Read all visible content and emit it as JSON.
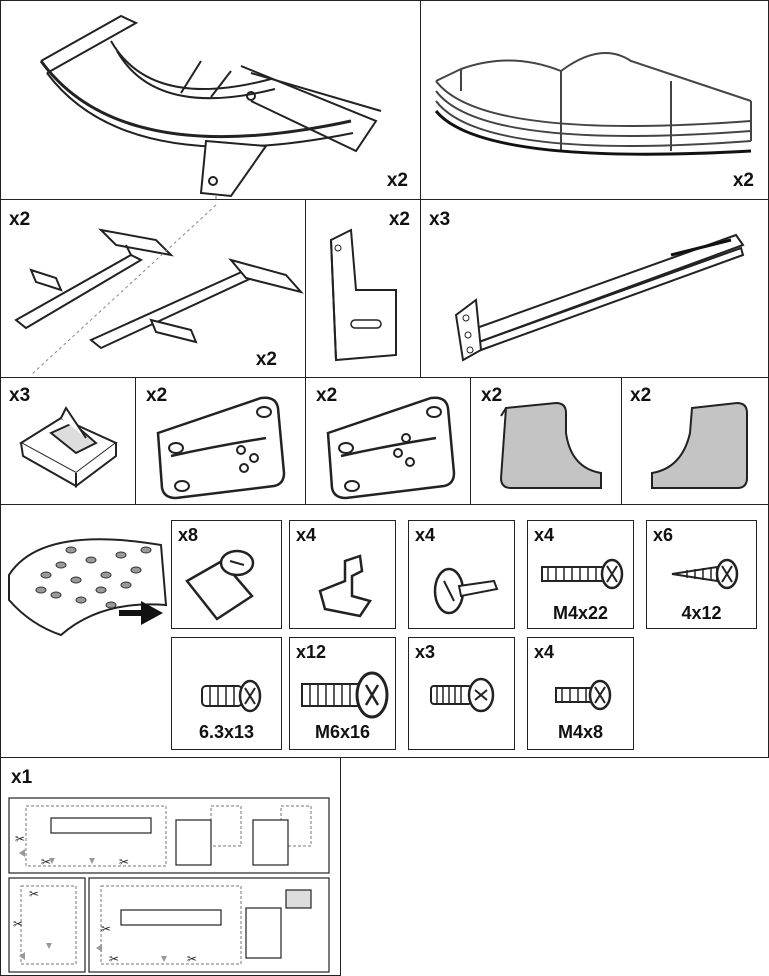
{
  "panels": [
    {
      "id": "curved-rail-frame",
      "qty": "x2"
    },
    {
      "id": "wire-basket",
      "qty": "x2"
    },
    {
      "id": "long-bracket-a",
      "qty": "x2"
    },
    {
      "id": "long-bracket-b",
      "qty": "x2"
    },
    {
      "id": "l-bracket",
      "qty": "x2"
    },
    {
      "id": "long-rail",
      "qty": "x3"
    },
    {
      "id": "clip",
      "qty": "x3"
    },
    {
      "id": "mount-plate-left",
      "qty": "x2"
    },
    {
      "id": "mount-plate-right",
      "qty": "x2"
    },
    {
      "id": "end-cap-left",
      "qty": "x2"
    },
    {
      "id": "end-cap-right",
      "qty": "x2"
    }
  ],
  "hardware": [
    {
      "id": "cam-dowel",
      "qty": "x8",
      "label": ""
    },
    {
      "id": "snap-clip",
      "qty": "x4",
      "label": ""
    },
    {
      "id": "cam-screw",
      "qty": "x4",
      "label": ""
    },
    {
      "id": "screw-m4x22",
      "qty": "x4",
      "label": "M4x22"
    },
    {
      "id": "screw-4x12",
      "qty": "x6",
      "label": "4x12"
    },
    {
      "id": "screw-6-3x13",
      "qty": "",
      "label": "6.3x13"
    },
    {
      "id": "screw-m6x16",
      "qty": "x12",
      "label": "M6x16"
    },
    {
      "id": "screw-pan",
      "qty": "x3",
      "label": ""
    },
    {
      "id": "screw-m4x8",
      "qty": "x4",
      "label": "M4x8"
    }
  ],
  "template": {
    "qty": "x1"
  },
  "colors": {
    "line": "#222222",
    "shade": "#bdbdbd",
    "light": "#e6e6e6"
  }
}
